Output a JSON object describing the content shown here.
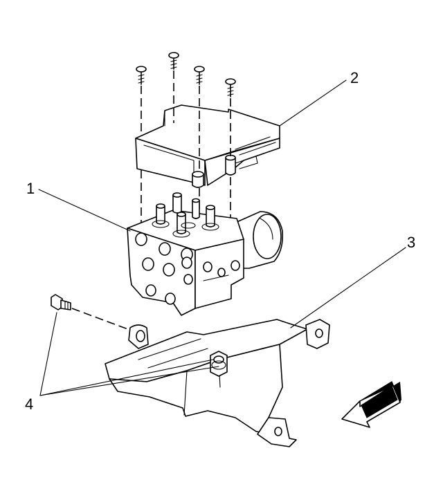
{
  "diagram": {
    "callouts": [
      {
        "id": "1",
        "label": "1"
      },
      {
        "id": "2",
        "label": "2"
      },
      {
        "id": "3",
        "label": "3"
      },
      {
        "id": "4",
        "label": "4"
      }
    ],
    "icons": [
      "screw-icon",
      "direction-arrow-icon"
    ]
  }
}
